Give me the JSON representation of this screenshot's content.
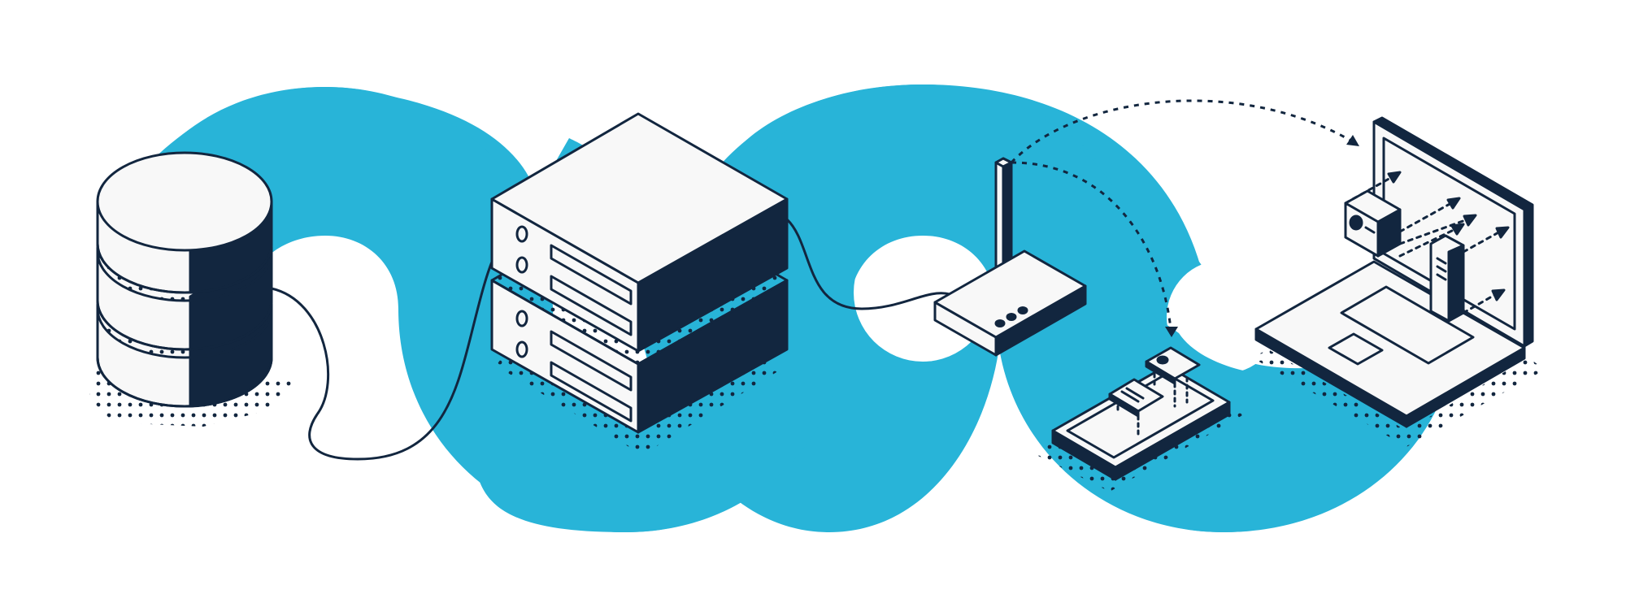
{
  "colors": {
    "background": "#ffffff",
    "accent": "#28b4d8",
    "ink": "#12263f",
    "light_face": "#f8f8f8"
  },
  "nodes": [
    {
      "id": "database",
      "icon": "database-icon"
    },
    {
      "id": "server",
      "icon": "server-rack-icon"
    },
    {
      "id": "router",
      "icon": "wifi-router-icon"
    },
    {
      "id": "phone",
      "icon": "smartphone-icon"
    },
    {
      "id": "laptop",
      "icon": "laptop-icon"
    }
  ]
}
